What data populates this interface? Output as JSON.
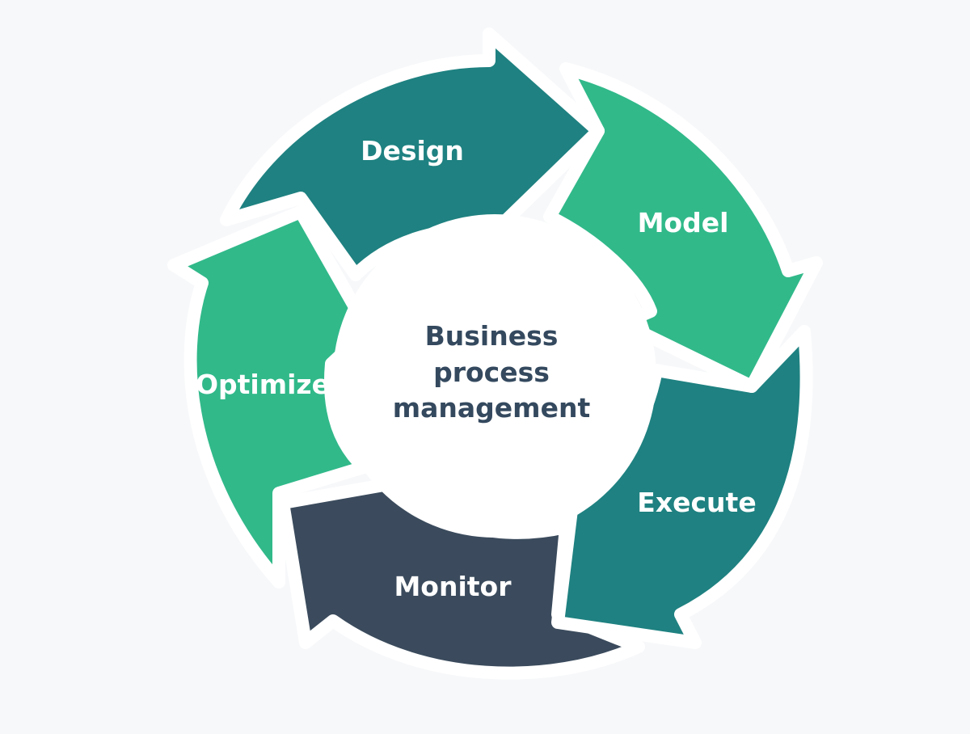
{
  "diagram": {
    "center": {
      "lines": [
        "Business",
        "process",
        "management"
      ]
    },
    "stages": [
      {
        "key": "design",
        "label": "Design",
        "color": "#1f8181"
      },
      {
        "key": "model",
        "label": "Model",
        "color": "#31b98a"
      },
      {
        "key": "execute",
        "label": "Execute",
        "color": "#1f8181"
      },
      {
        "key": "monitor",
        "label": "Monitor",
        "color": "#3b4b5d"
      },
      {
        "key": "optimize",
        "label": "Optimize",
        "color": "#31b98a"
      }
    ],
    "colors": {
      "background": "#f7f8fa",
      "center_fill": "#ffffff",
      "center_text": "#34495e",
      "label_text": "#ffffff"
    }
  }
}
